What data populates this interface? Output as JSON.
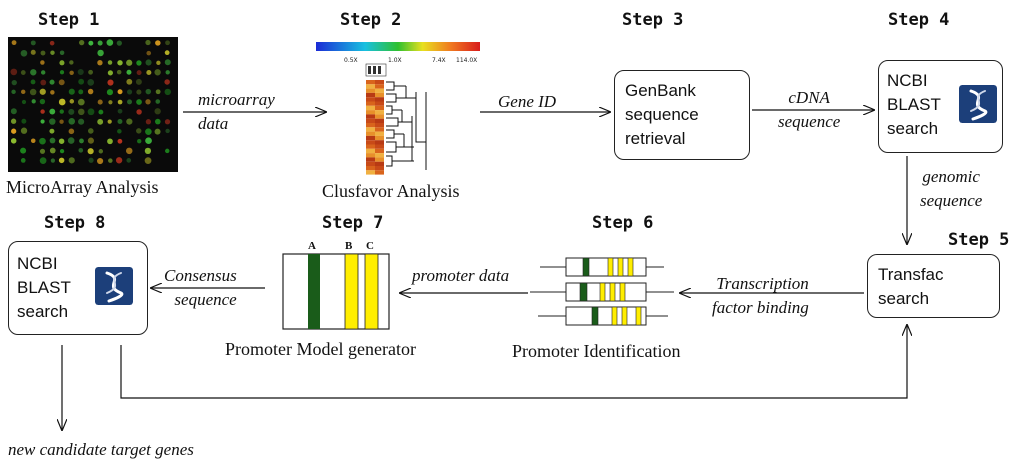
{
  "steps": [
    "Step 1",
    "Step 2",
    "Step 3",
    "Step 4",
    "Step 5",
    "Step 6",
    "Step 7",
    "Step 8"
  ],
  "nodes": {
    "microarray": "MicroArray Analysis",
    "clusfavor": "Clusfavor Analysis",
    "genbank": [
      "GenBank",
      "sequence",
      "retrieval"
    ],
    "blast4": [
      "NCBI",
      "BLAST",
      "search"
    ],
    "transfac": [
      "Transfac",
      "search"
    ],
    "promoter_id": "Promoter Identification",
    "promoter_model": "Promoter Model generator",
    "blast8": [
      "NCBI",
      "BLAST",
      "search"
    ]
  },
  "edges": {
    "e1": [
      "microarray",
      "data"
    ],
    "e2": "Gene ID",
    "e3": [
      "cDNA",
      "sequence"
    ],
    "e4": [
      "genomic",
      "sequence"
    ],
    "e5": [
      "Transcription",
      "factor binding"
    ],
    "e6": "promoter data",
    "e7": [
      "Consensus",
      "sequence"
    ],
    "final": "new candidate target genes"
  },
  "promoter_model_labels": [
    "A",
    "B",
    "C"
  ],
  "heatmap_scale": [
    "0.5X",
    "1.0X",
    "7.4X",
    "114.0X"
  ],
  "colors": {
    "dark_green": "#1a5c1a",
    "yellow": "#ffee00",
    "ncbi_blue": "#1c3f7a"
  }
}
